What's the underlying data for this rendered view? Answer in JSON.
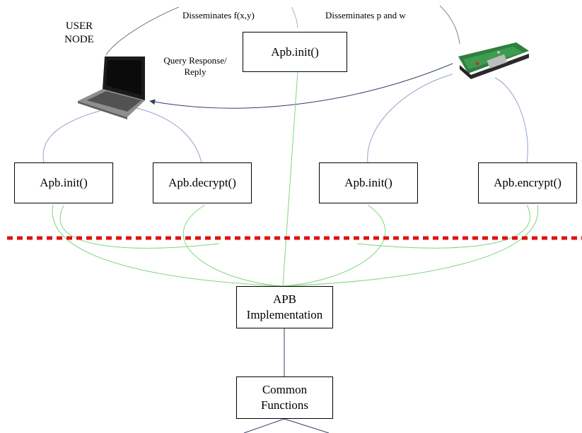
{
  "user_node": {
    "line1": "USER",
    "line2": "NODE"
  },
  "labels": {
    "disseminates_f": "Disseminates f(x,y)",
    "disseminates_p": "Disseminates p and w",
    "query_line1": "Query Response/",
    "query_line2": "Reply"
  },
  "boxes": {
    "top_init": "Apb.init()",
    "user_init": "Apb.init()",
    "user_decrypt": "Apb.decrypt()",
    "sensor_init": "Apb.init()",
    "sensor_encrypt": "Apb.encrypt()",
    "apb_impl": {
      "line1": "APB",
      "line2": "Implementation"
    },
    "common": {
      "line1": "Common",
      "line2": "Functions"
    }
  },
  "colors": {
    "green_link": "#7fd67f",
    "blue_link": "#8ea3cf",
    "boundary": "#e01010",
    "arrow": "#2f3f66"
  }
}
